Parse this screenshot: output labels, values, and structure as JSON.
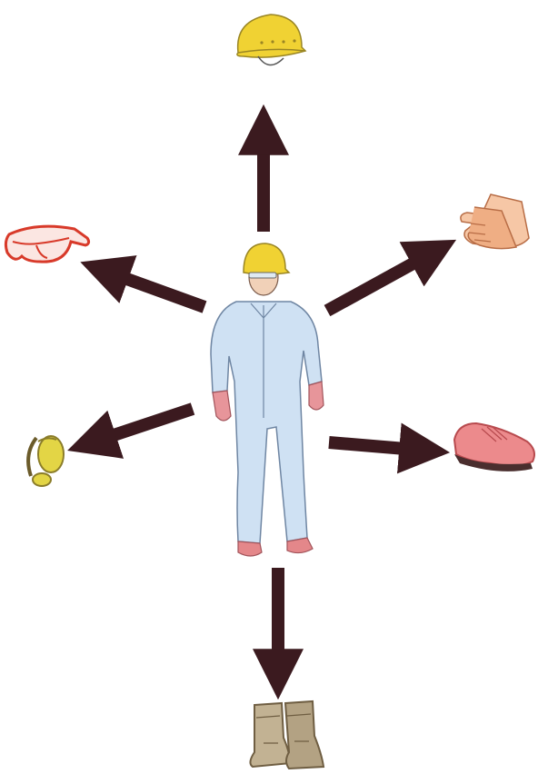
{
  "diagram": {
    "center": {
      "icon": "worker-in-coveralls-icon"
    },
    "items": [
      {
        "id": "hard-hat",
        "icon": "hard-hat-icon"
      },
      {
        "id": "gloves",
        "icon": "gloves-icon"
      },
      {
        "id": "safety-shoe",
        "icon": "safety-shoe-icon"
      },
      {
        "id": "boots",
        "icon": "rubber-boots-icon"
      },
      {
        "id": "ear-muffs",
        "icon": "ear-muffs-icon"
      },
      {
        "id": "goggles",
        "icon": "safety-goggles-icon"
      }
    ]
  },
  "colors": {
    "arrow": "#3b1a1f",
    "hard_hat": "#f0d233",
    "coverall": "#c8dcef",
    "gloves_glove": "#e9a27f",
    "shoe": "#e06a6f",
    "boots": "#b9a98a",
    "goggles": "#d83a2a",
    "ear_muffs": "#d8c93a"
  }
}
